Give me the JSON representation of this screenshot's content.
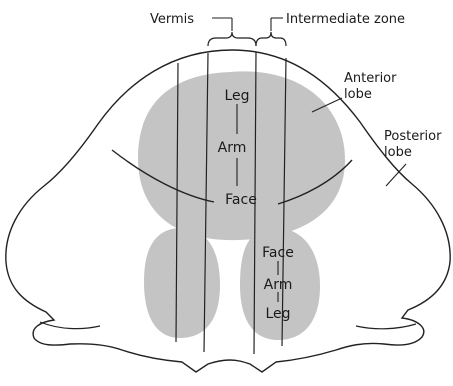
{
  "colors": {
    "outline": "#222222",
    "map_fill": "#c4c4c4",
    "background": "#ffffff"
  },
  "labels": {
    "vermis": "Vermis",
    "intermediate_zone": "Intermediate zone",
    "anterior_lobe": "Anterior\nlobe",
    "posterior_lobe": "Posterior\nlobe"
  },
  "anterior_map": {
    "top": "Leg",
    "middle": "Arm",
    "bottom": "Face"
  },
  "posterior_map": {
    "top": "Face",
    "middle": "Arm",
    "bottom": "Leg"
  }
}
